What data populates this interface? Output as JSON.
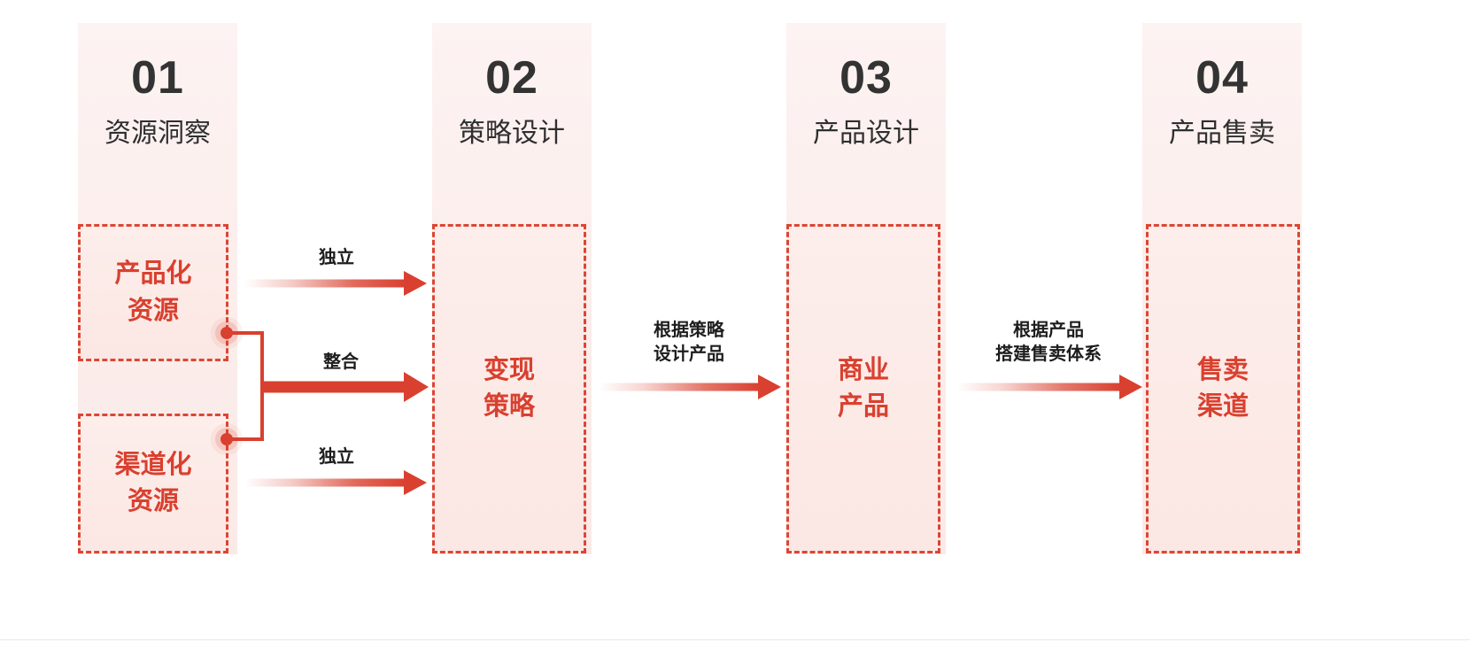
{
  "diagram": {
    "title_text": "",
    "colors": {
      "accent_red": "#d9402f",
      "dash_red": "#db4634",
      "heading_dark": "#2f2f2f",
      "band_tint": "#fbeeec",
      "node_fill": "#fbe7e3",
      "hairline": "#e7e7e7"
    },
    "stages": [
      {
        "number": "01",
        "name": "资源洞察"
      },
      {
        "number": "02",
        "name": "策略设计"
      },
      {
        "number": "03",
        "name": "产品设计"
      },
      {
        "number": "04",
        "name": "产品售卖"
      }
    ],
    "nodes": [
      {
        "id": "productized-resource",
        "label": "产品化\n资源"
      },
      {
        "id": "channelized-resource",
        "label": "渠道化\n资源"
      },
      {
        "id": "monetization-strategy",
        "label": "变现\n策略"
      },
      {
        "id": "commercial-product",
        "label": "商业\n产品"
      },
      {
        "id": "sales-channel",
        "label": "售卖\n渠道"
      }
    ],
    "connectors": [
      {
        "id": "independent-top",
        "label": "独立"
      },
      {
        "id": "integrate-middle",
        "label": "整合"
      },
      {
        "id": "independent-bottom",
        "label": "独立"
      },
      {
        "id": "strategy-to-product",
        "label": "根据策略\n设计产品"
      },
      {
        "id": "product-to-sales",
        "label": "根据产品\n搭建售卖体系"
      }
    ]
  }
}
